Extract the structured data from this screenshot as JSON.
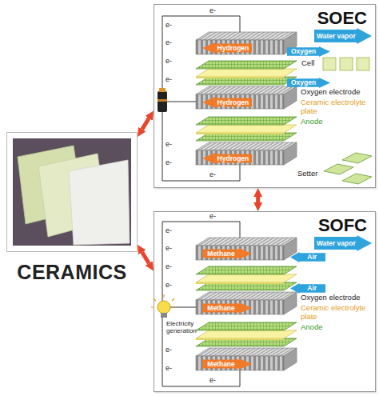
{
  "diagram": {
    "nodes": [
      {
        "text": [
          "CERAMICS"
        ]
      },
      {
        "text": [
          "SOEC"
        ]
      },
      {
        "text": [
          "Water vapor"
        ],
        "in": 1
      },
      {
        "text": [
          "Hydrogen"
        ],
        "in": 1
      },
      {
        "text": [
          "Oxygen"
        ],
        "in": 1
      },
      {
        "text": [
          "Hydrogen"
        ],
        "in": 1
      },
      {
        "text": [
          "Oxygen"
        ],
        "in": 1
      },
      {
        "text": [
          "Hydrogen"
        ],
        "in": 1
      },
      {
        "text": [
          "SOFC"
        ]
      },
      {
        "text": [
          "Water vapor"
        ],
        "in": 8
      },
      {
        "text": [
          "Methane"
        ],
        "in": 8
      },
      {
        "text": [
          "Air"
        ],
        "in": 8
      },
      {
        "text": [
          "Methane"
        ],
        "in": 8
      },
      {
        "text": [
          "Air"
        ],
        "in": 8
      },
      {
        "text": [
          "Methane"
        ],
        "in": 8
      }
    ],
    "edges": [
      {
        "from": 0,
        "to": 1,
        "arrow": "both"
      },
      {
        "from": 0,
        "to": 8,
        "arrow": "both"
      },
      {
        "from": 1,
        "to": 8,
        "arrow": "both"
      }
    ],
    "labels": [
      "e-",
      "e-",
      "e-",
      "e-",
      "e-",
      "e-",
      "e-",
      "e-",
      "Cell",
      "Oxygen electrode",
      "Ceramic electrolyte plate",
      "Anode",
      "Setter",
      "e-",
      "e-",
      "e-",
      "e-",
      "e-",
      "e-",
      "e-",
      "e-",
      "Electricity generation",
      "Oxygen electrode",
      "Ceramic electrolyte plate",
      "Anode"
    ]
  }
}
